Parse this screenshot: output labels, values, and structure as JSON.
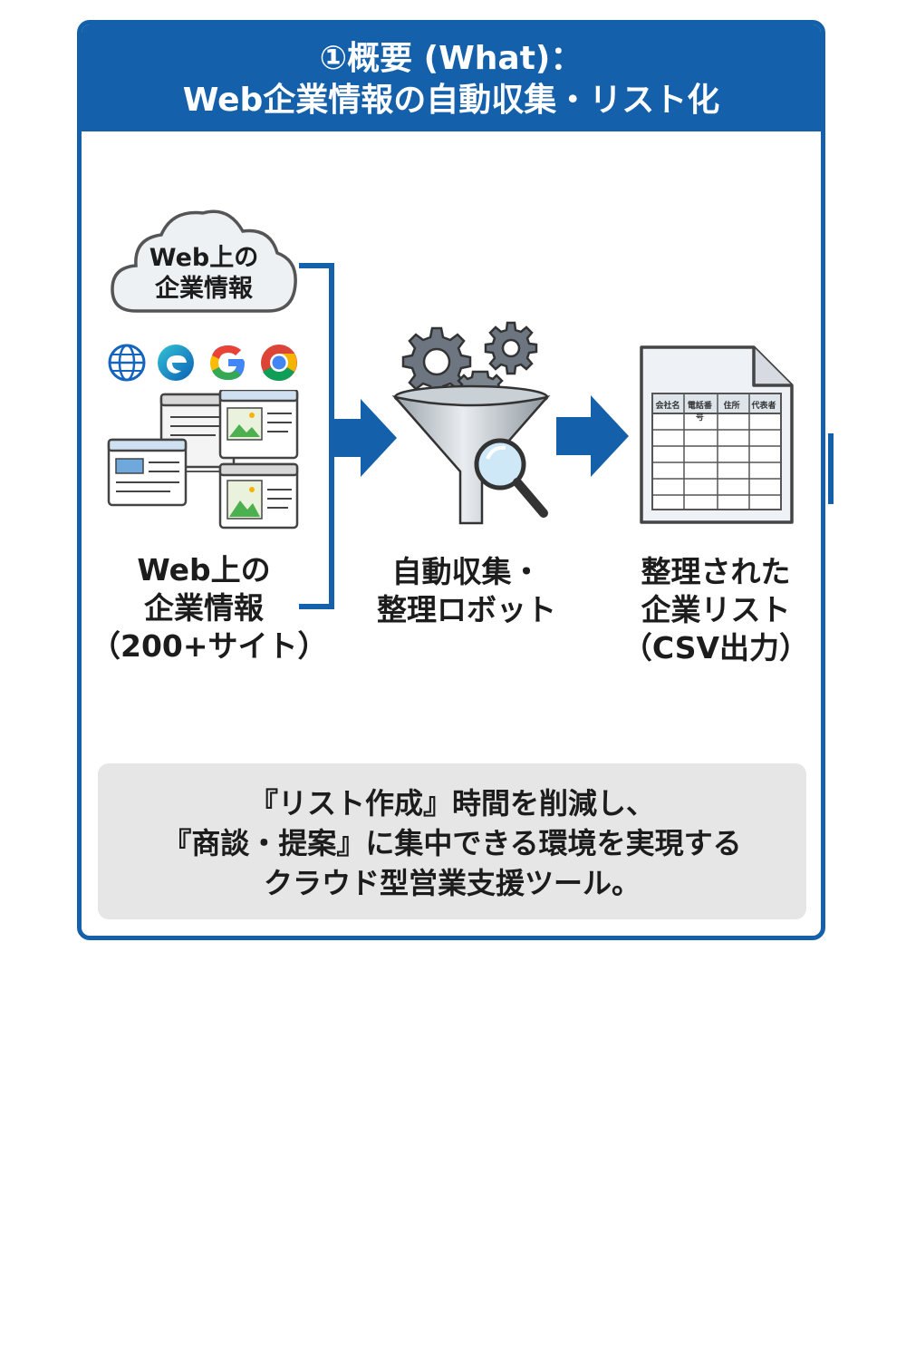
{
  "header": {
    "line1": "①概要 (What)：",
    "line2": "Web企業情報の自動収集・リスト化"
  },
  "source": {
    "cloud_label_1": "Web上の",
    "cloud_label_2": "企業情報",
    "caption_1": "Web上の",
    "caption_2": "企業情報",
    "caption_3": "（200+サイト）",
    "icons": [
      "globe-icon",
      "edge-browser-icon",
      "google-icon",
      "chrome-icon"
    ]
  },
  "process": {
    "caption_1": "自動収集・",
    "caption_2": "整理ロボット"
  },
  "output": {
    "caption_1": "整理された",
    "caption_2": "企業リスト",
    "caption_3": "（CSV出力）",
    "columns": [
      "会社名",
      "電話番号",
      "住所",
      "代表者"
    ]
  },
  "summary": {
    "line1": "『リスト作成』時間を削減し、",
    "line2": "『商談・提案』に集中できる環境を実現する",
    "line3": "クラウド型営業支援ツール。"
  },
  "colors": {
    "accent": "#1560ab",
    "summary_bg": "#e6e6e6"
  }
}
